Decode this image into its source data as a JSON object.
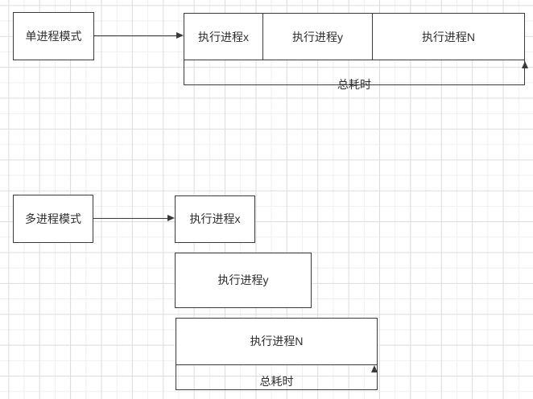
{
  "top_flow": {
    "mode_label": "单进程模式",
    "processes": [
      "执行进程x",
      "执行进程y",
      "执行进程N"
    ],
    "total_label": "总耗时"
  },
  "bottom_flow": {
    "mode_label": "多进程模式",
    "processes": [
      "执行进程x",
      "执行进程y",
      "执行进程N"
    ],
    "total_label": "总耗时"
  },
  "colors": {
    "shape_border": "#3a3a3a",
    "text": "#2e2e2e",
    "grid_minor": "#efefef",
    "grid_major": "#dcdcdc",
    "background": "#ffffff"
  }
}
